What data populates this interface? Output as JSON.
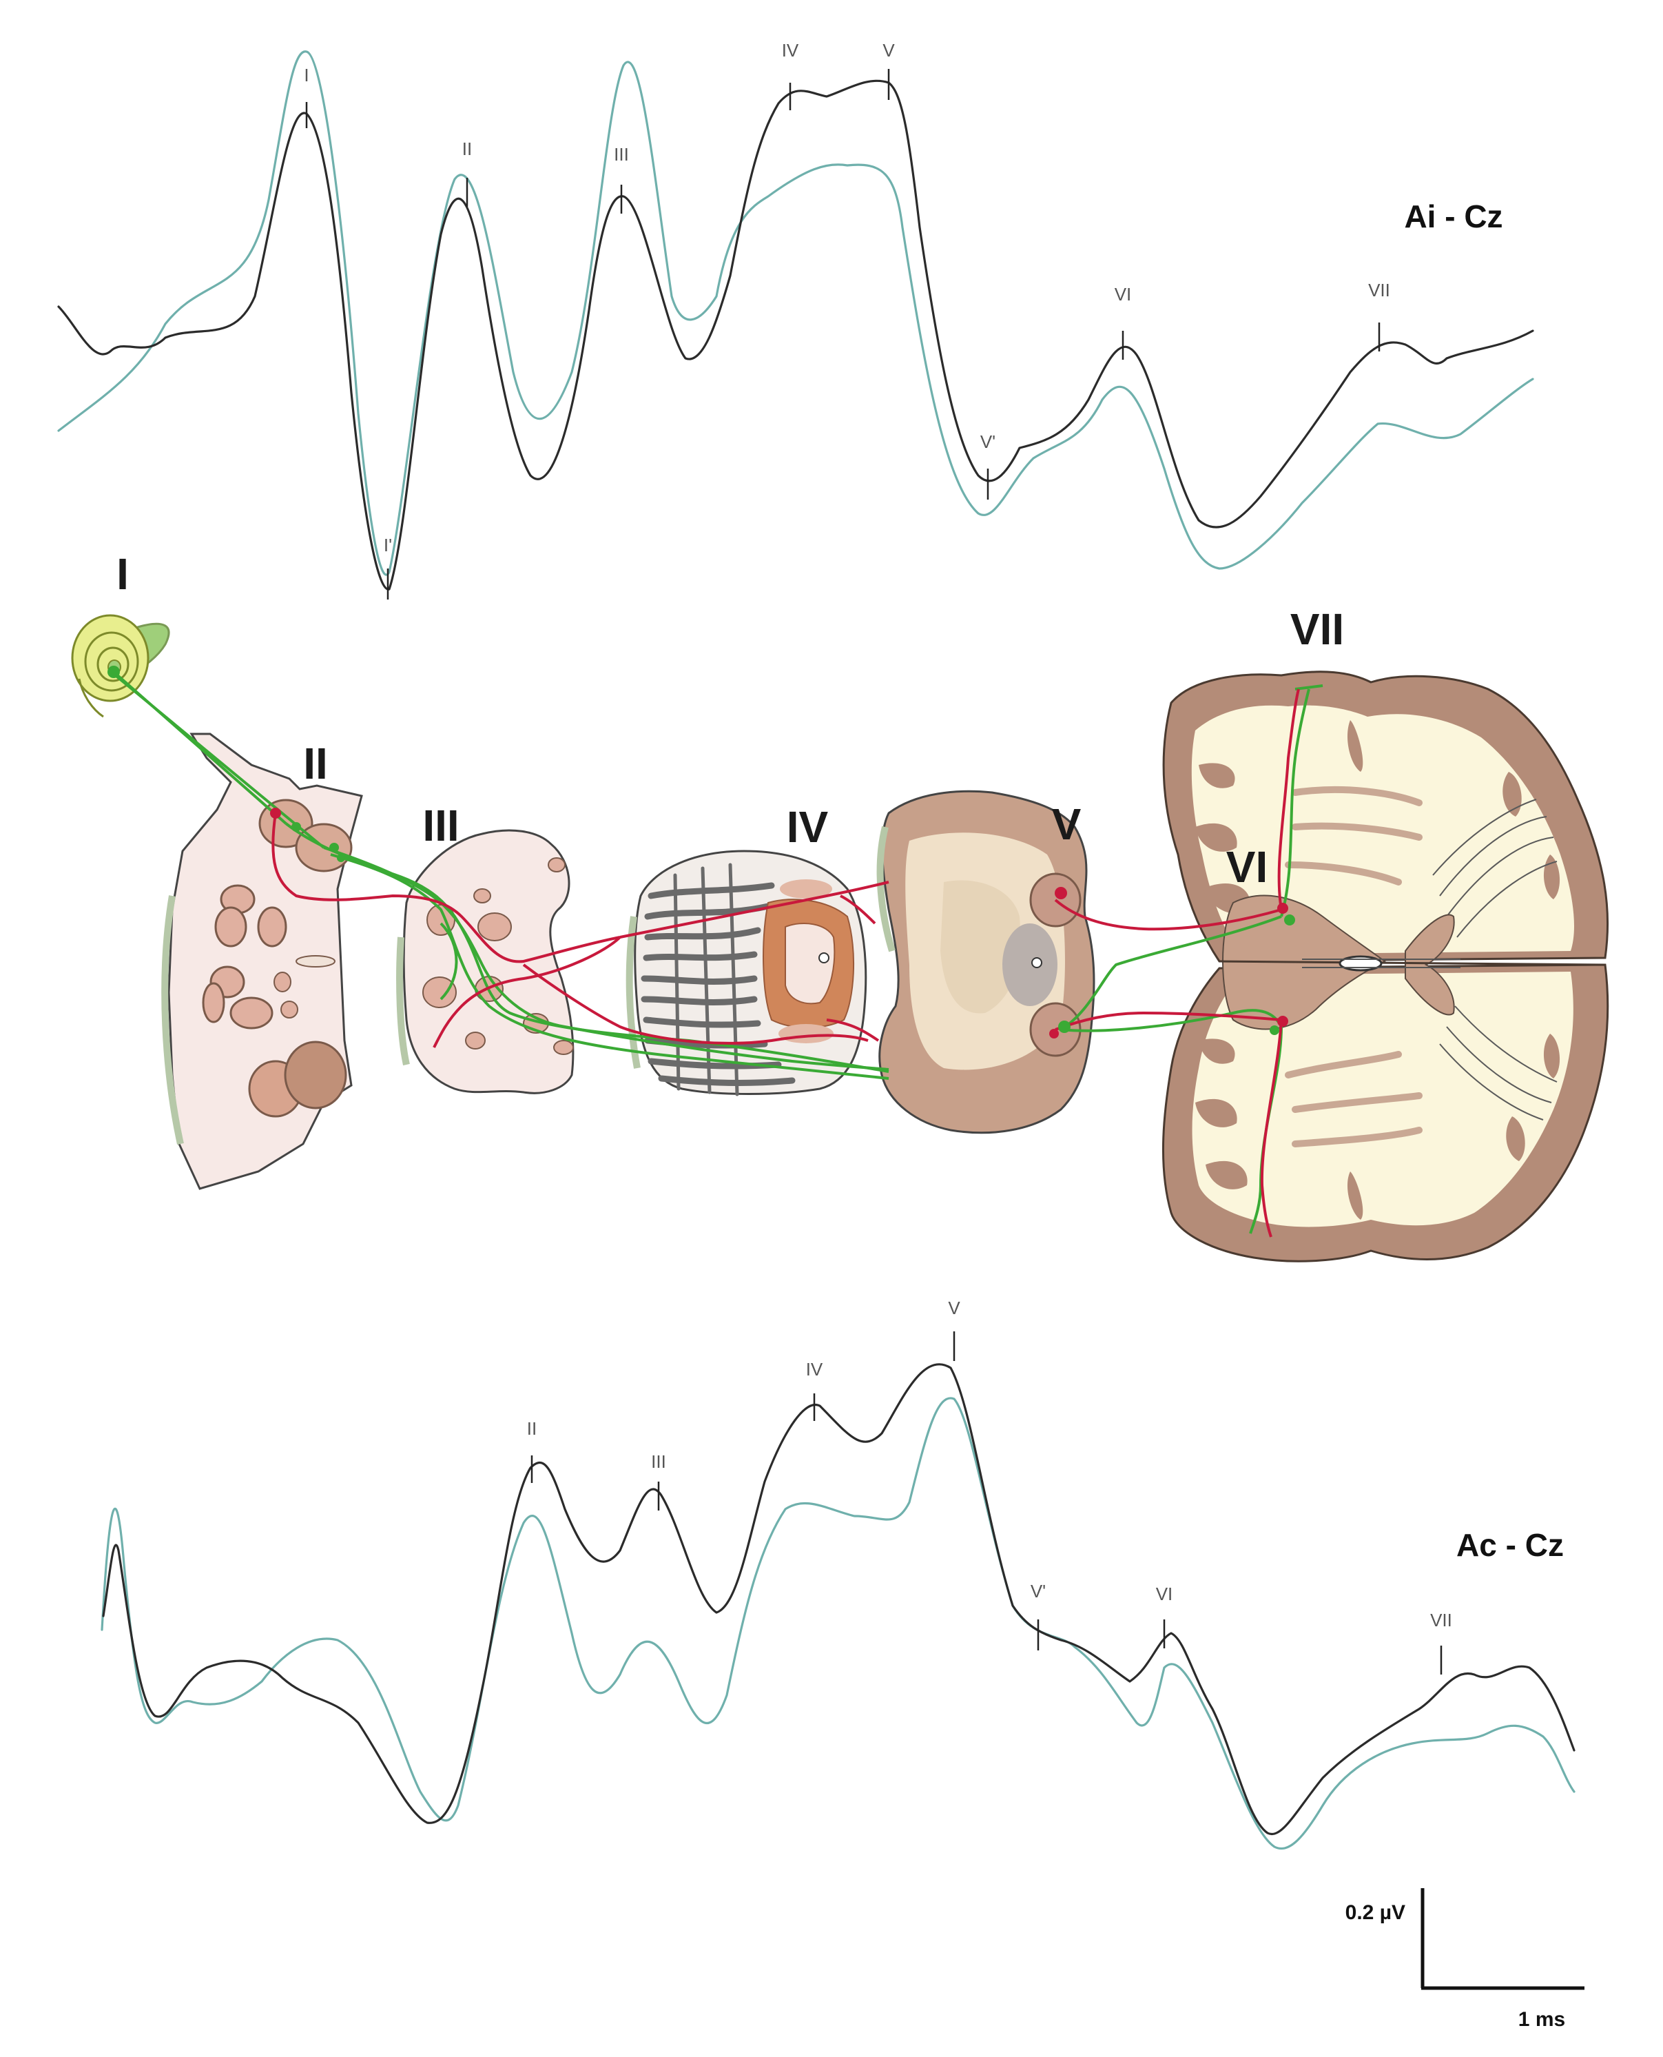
{
  "derivations": {
    "top": "Ai - Cz",
    "bottom": "Ac - Cz"
  },
  "stages": [
    "I",
    "II",
    "III",
    "IV",
    "V",
    "VI",
    "VII"
  ],
  "scale_bar": {
    "amplitude": "0.2 µV",
    "time": "1 ms"
  },
  "colors": {
    "trace_primary": "#2b2b2b",
    "trace_secondary": "#6fb0ac",
    "pathway_green": "#3aaa35",
    "pathway_red": "#c8193c",
    "tissue_light": "#f7e9e6",
    "tissue_brown": "#b48c78",
    "tissue_cream": "#fbf6dc"
  },
  "top_trace": {
    "peaks": [
      {
        "label": "I"
      },
      {
        "label": "I'"
      },
      {
        "label": "II"
      },
      {
        "label": "III"
      },
      {
        "label": "IV"
      },
      {
        "label": "V"
      },
      {
        "label": "V'"
      },
      {
        "label": "VI"
      },
      {
        "label": "VII"
      }
    ]
  },
  "bottom_trace": {
    "peaks": [
      {
        "label": "II"
      },
      {
        "label": "III"
      },
      {
        "label": "IV"
      },
      {
        "label": "V"
      },
      {
        "label": "V'"
      },
      {
        "label": "VI"
      },
      {
        "label": "VII"
      }
    ]
  }
}
